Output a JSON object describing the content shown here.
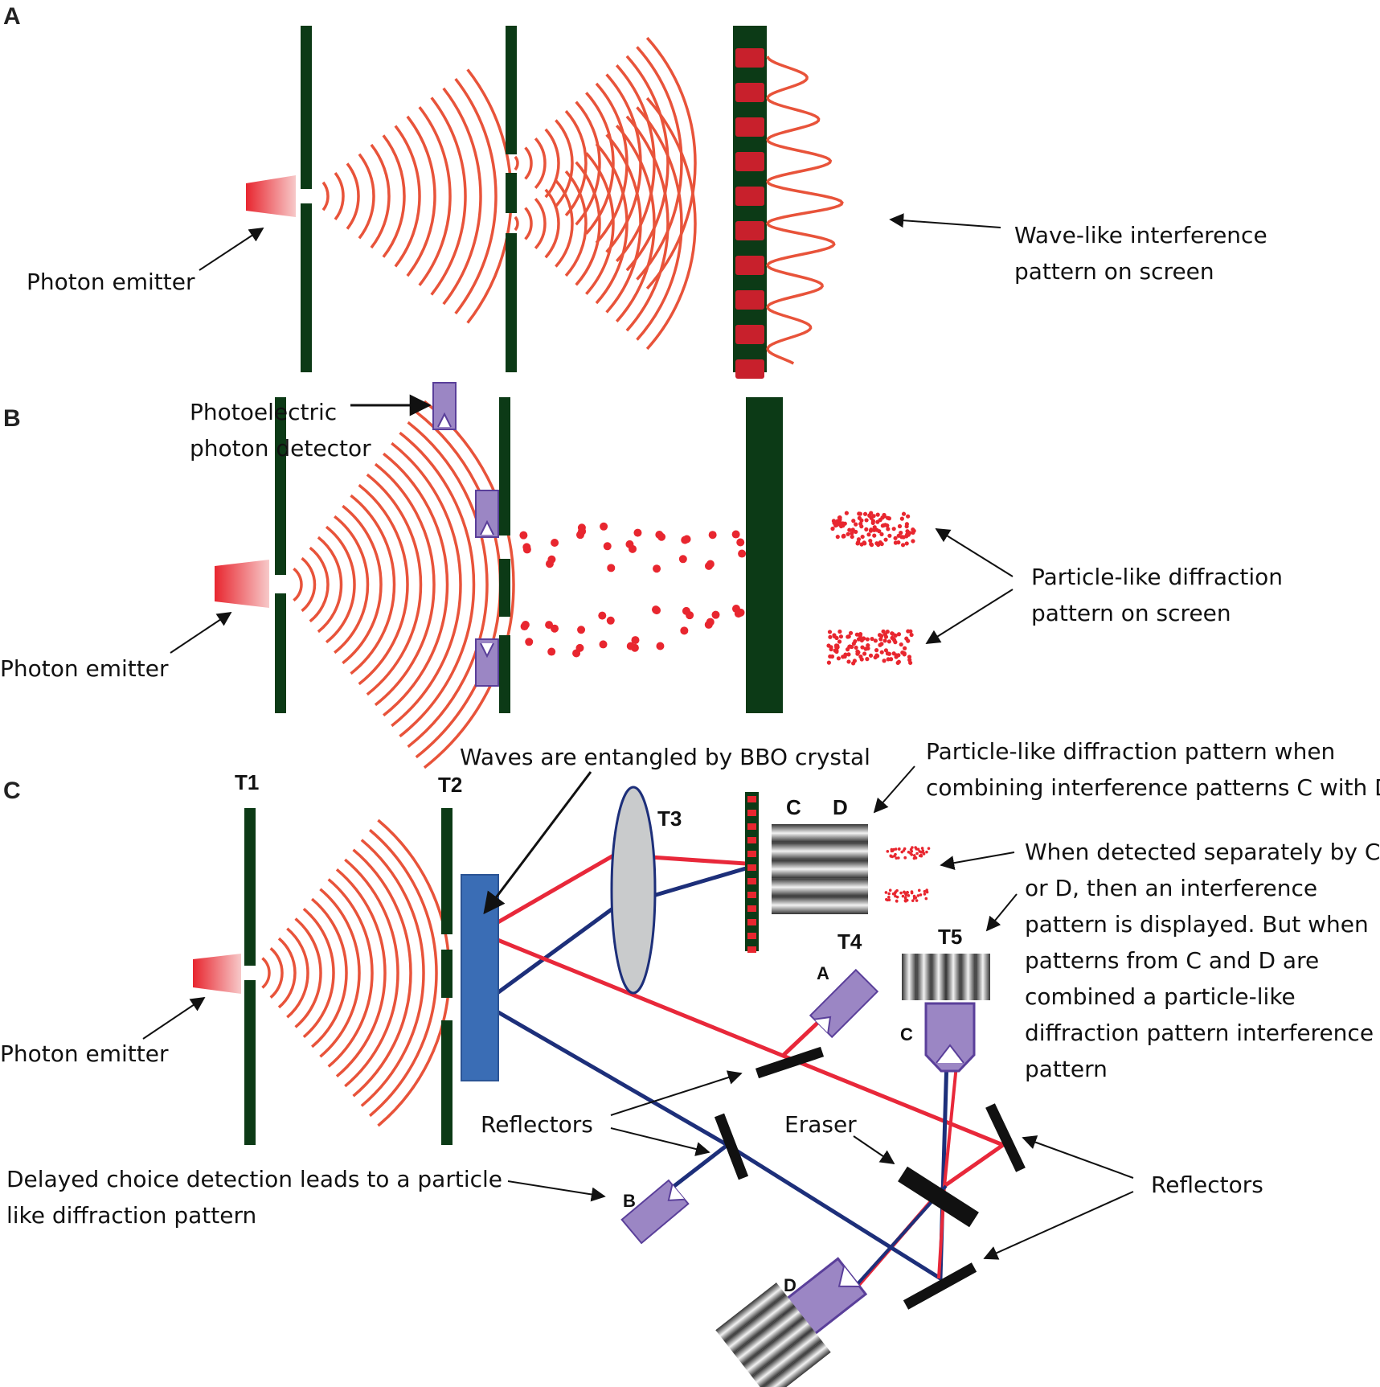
{
  "panels": {
    "a": {
      "letter": "A",
      "emitter_label": "Photon emitter",
      "screen_label_lines": [
        "Wave-like interference",
        "pattern on screen"
      ]
    },
    "b": {
      "letter": "B",
      "detector_label_lines": [
        "Photoelectric",
        "photon detector"
      ],
      "emitter_label": "Photon emitter",
      "screen_label_lines": [
        "Particle-like diffraction",
        "pattern on screen"
      ]
    },
    "c": {
      "letter": "C",
      "t1": "T1",
      "t2": "T2",
      "t3": "T3",
      "t4": "T4",
      "t5": "T5",
      "bbo_label": "Waves are entangled by BBO crystal",
      "combined_label_lines": [
        "Particle-like diffraction pattern when",
        "combining interference patterns C with D"
      ],
      "col_c": "C",
      "col_d": "D",
      "separate_label_lines": [
        "When detected separately by C",
        "or D, then an interference",
        "pattern is displayed. But when",
        "patterns from C and D are",
        "combined a particle-like",
        "diffraction pattern interference",
        "pattern"
      ],
      "emitter_label": "Photon emitter",
      "reflectors_left": "Reflectors",
      "eraser": "Eraser",
      "reflectors_right": "Reflectors",
      "delayed_lines": [
        "Delayed choice detection leads to a  particle",
        "like diffraction pattern"
      ],
      "det_a": "A",
      "det_b": "B",
      "det_c": "C",
      "det_d": "D"
    }
  },
  "colors": {
    "barrier": "#0c3a16",
    "wave": "#e8533a",
    "emitter": "#e8262f",
    "detector": "#9b86c4",
    "detector_edge": "#5a3f9a",
    "red_beam": "#e8283a",
    "blue_beam": "#1d2f7a",
    "crystal": "#3a6db5",
    "lens": "#c9cbcc"
  }
}
